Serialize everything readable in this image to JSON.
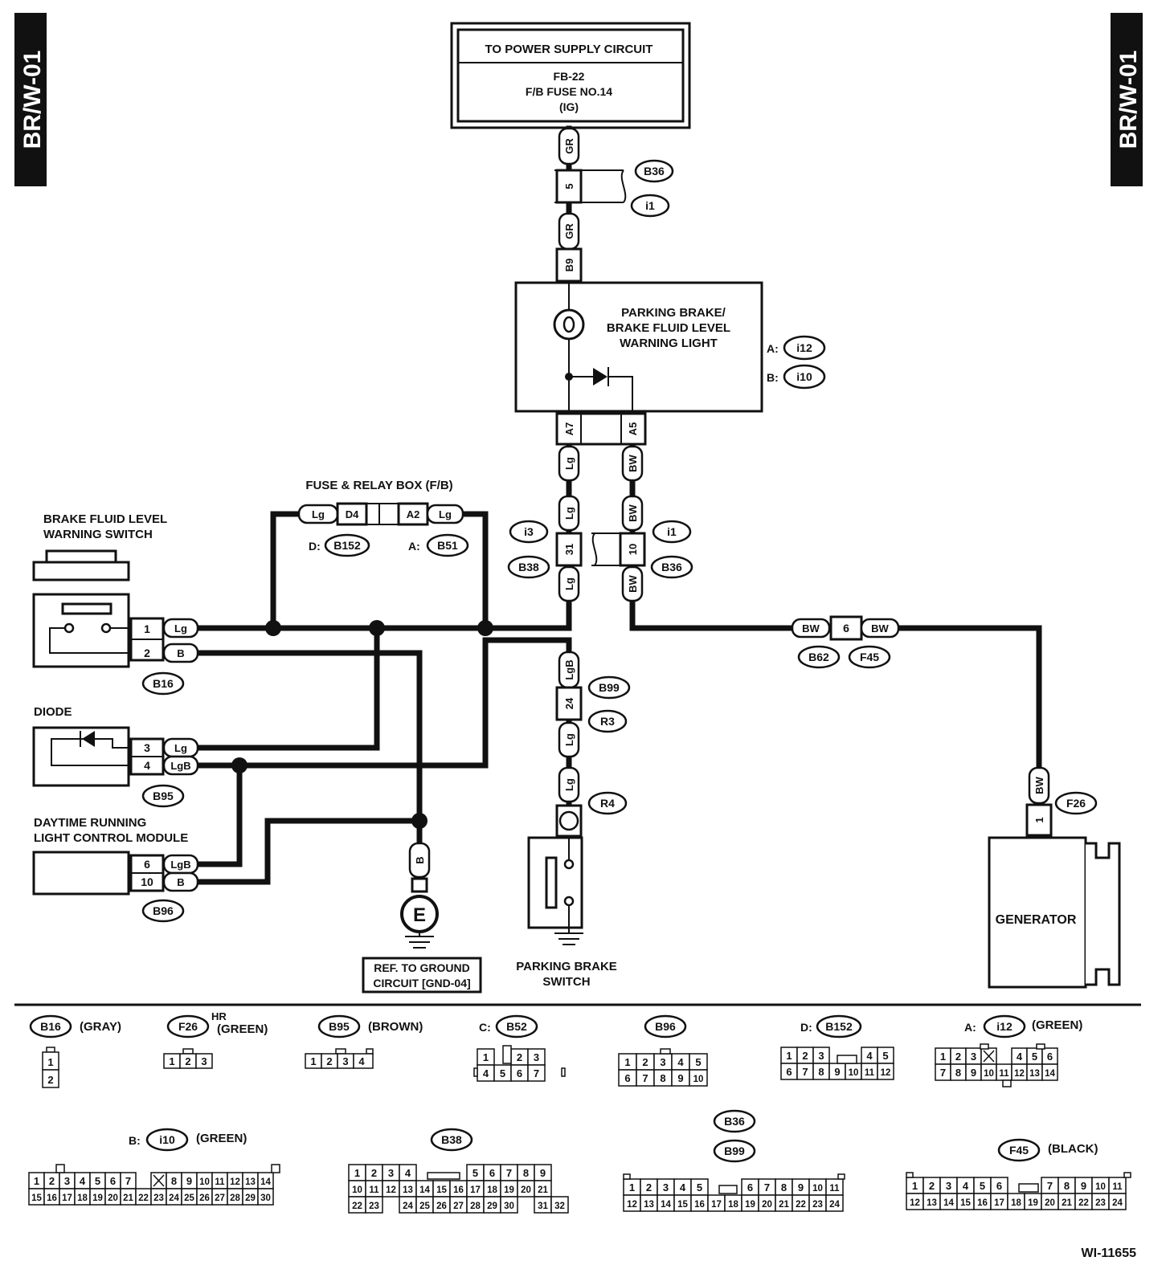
{
  "side_tab": "BR/W-01",
  "figure_id": "WI-11655",
  "power_supply": {
    "title": "TO POWER SUPPLY CIRCUIT",
    "line1": "FB-22",
    "line2": "F/B FUSE NO.14",
    "line3": "(IG)"
  },
  "warning_light": {
    "label1": "PARKING BRAKE/",
    "label2": "BRAKE FLUID LEVEL",
    "label3": "WARNING LIGHT",
    "conn_a_prefix": "A:",
    "conn_a": "i12",
    "conn_b_prefix": "B:",
    "conn_b": "i10",
    "pin_a7": "A7",
    "pin_a5": "A5",
    "pin_b9": "B9"
  },
  "fuse_relay_box": {
    "label": "FUSE & RELAY BOX (F/B)",
    "pin_d4": "D4",
    "pin_a2": "A2",
    "conn_d_prefix": "D:",
    "conn_d": "B152",
    "conn_a_prefix": "A:",
    "conn_a": "B51"
  },
  "brake_fluid_switch": {
    "label1": "BRAKE FLUID LEVEL",
    "label2": "WARNING SWITCH",
    "connector": "B16"
  },
  "diode": {
    "label": "DIODE",
    "connector": "B95"
  },
  "drl_module": {
    "label1": "DAYTIME RUNNING",
    "label2": "LIGHT CONTROL MODULE",
    "connector": "B96"
  },
  "ground": {
    "symbol": "E",
    "ref1": "REF. TO GROUND",
    "ref2": "CIRCUIT [GND-04]"
  },
  "parking_brake_switch": {
    "label1": "PARKING BRAKE",
    "label2": "SWITCH",
    "connector": "R4"
  },
  "generator": {
    "label": "GENERATOR",
    "connector": "F26"
  },
  "wire_colors": {
    "gr": "GR",
    "lg": "Lg",
    "bw": "BW",
    "b": "B",
    "lgb": "LgB"
  },
  "pins": {
    "p1": "1",
    "p2": "2",
    "p3": "3",
    "p4": "4",
    "p5": "5",
    "p6": "6",
    "p10": "10",
    "p24": "24",
    "p31": "31"
  },
  "connectors": {
    "b36": "B36",
    "i1": "i1",
    "i3": "i3",
    "b38": "B38",
    "b99": "B99",
    "r3": "R3",
    "b62": "B62",
    "f45": "F45"
  },
  "legend": {
    "b16": {
      "name": "B16",
      "note": "(GRAY)"
    },
    "f26": {
      "name": "F26",
      "hr": "HR",
      "note": "(GREEN)"
    },
    "b95": {
      "name": "B95",
      "note": "(BROWN)"
    },
    "b52": {
      "prefix": "C:",
      "name": "B52"
    },
    "b96": {
      "name": "B96"
    },
    "b152": {
      "prefix": "D:",
      "name": "B152"
    },
    "i12": {
      "prefix": "A:",
      "name": "i12",
      "note": "(GREEN)"
    },
    "i10": {
      "prefix": "B:",
      "name": "i10",
      "note": "(GREEN)"
    },
    "b38": {
      "name": "B38"
    },
    "b36": {
      "name": "B36"
    },
    "b99": {
      "name": "B99"
    },
    "f45": {
      "name": "F45",
      "note": "(BLACK)"
    }
  }
}
